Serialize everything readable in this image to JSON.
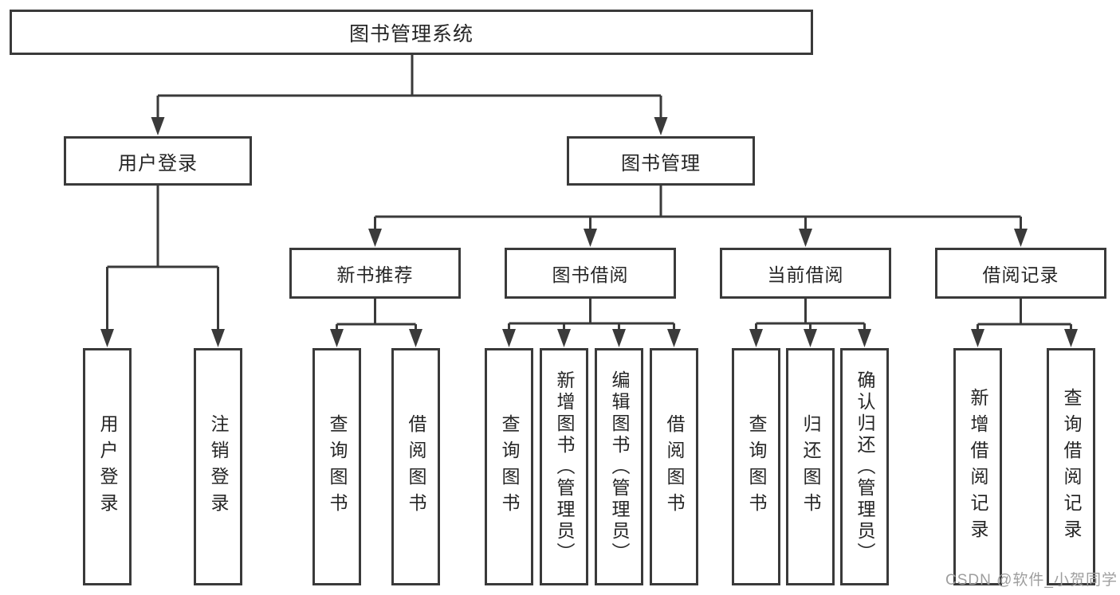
{
  "tree": {
    "root": {
      "label": "图书管理系统"
    },
    "branches": [
      {
        "label": "用户登录",
        "children": [
          {
            "label": "用户登录"
          },
          {
            "label": "注销登录"
          }
        ]
      },
      {
        "label": "图书管理",
        "children": [
          {
            "label": "新书推荐",
            "children": [
              {
                "label": "查询图书"
              },
              {
                "label": "借阅图书"
              }
            ]
          },
          {
            "label": "图书借阅",
            "children": [
              {
                "label": "查询图书"
              },
              {
                "label": "新增图书（管理员）"
              },
              {
                "label": "编辑图书（管理员）"
              },
              {
                "label": "借阅图书"
              }
            ]
          },
          {
            "label": "当前借阅",
            "children": [
              {
                "label": "查询图书"
              },
              {
                "label": "归还图书"
              },
              {
                "label": "确认归还（管理员）"
              }
            ]
          },
          {
            "label": "借阅记录",
            "children": [
              {
                "label": "新增借阅记录"
              },
              {
                "label": "查询借阅记录"
              }
            ]
          }
        ]
      }
    ]
  },
  "watermark": "CSDN @软件_小贺同学",
  "colors": {
    "line": "#3a3a3a",
    "text": "#262626",
    "background": "#ffffff",
    "watermark": "#9e9e9e"
  }
}
